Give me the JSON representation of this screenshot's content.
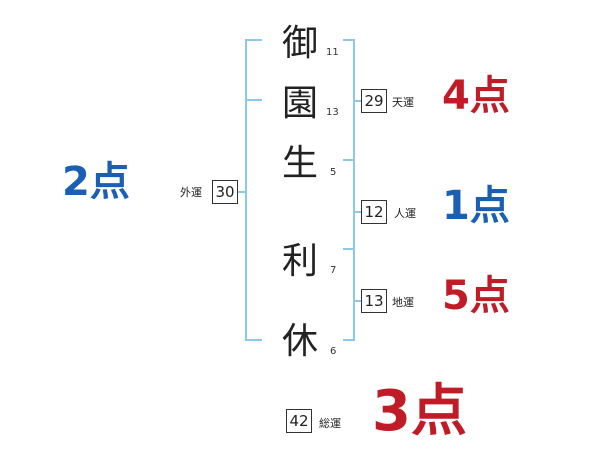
{
  "name": {
    "chars": [
      {
        "char": "御",
        "strokes": "11"
      },
      {
        "char": "園",
        "strokes": "13"
      },
      {
        "char": "生",
        "strokes": "5"
      },
      {
        "char": "利",
        "strokes": "7"
      },
      {
        "char": "休",
        "strokes": "6"
      }
    ]
  },
  "fortunes": {
    "gaiun": {
      "value": "30",
      "label": "外運",
      "score": "2点"
    },
    "tenun": {
      "value": "29",
      "label": "天運",
      "score": "4点"
    },
    "jinun": {
      "value": "12",
      "label": "人運",
      "score": "1点"
    },
    "chiun": {
      "value": "13",
      "label": "地運",
      "score": "5点"
    },
    "souun": {
      "value": "42",
      "label": "総運",
      "score": "3点"
    }
  },
  "colors": {
    "bracket": "#8ec8e8",
    "score_blue": "#1a5fb4",
    "score_red": "#c01c28"
  }
}
